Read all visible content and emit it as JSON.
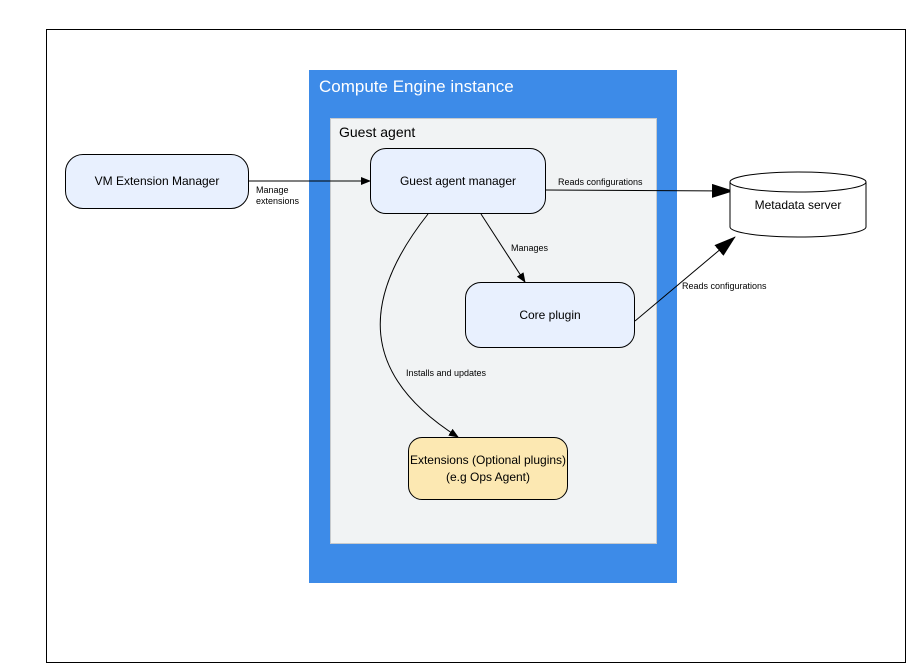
{
  "instance": {
    "title": "Compute Engine instance"
  },
  "guest_agent": {
    "title": "Guest agent"
  },
  "nodes": {
    "vm_extension_manager": "VM Extension Manager",
    "guest_agent_manager": "Guest agent manager",
    "core_plugin": "Core plugin",
    "extensions": {
      "line1": "Extensions (Optional plugins)",
      "line2": "(e.g  Ops Agent)"
    },
    "metadata_server": "Metadata server"
  },
  "edges": {
    "manage_extensions": {
      "line1": "Manage",
      "line2": "extensions"
    },
    "reads_configurations_manager": "Reads configurations",
    "manages": "Manages",
    "reads_configurations_core": "Reads configurations",
    "installs_and_updates": "Installs and updates"
  },
  "colors": {
    "instance_fill": "#3d8be8",
    "guest_agent_fill": "#f1f3f4",
    "node_blue": "#e8f0fe",
    "node_yellow": "#fce8b2"
  }
}
